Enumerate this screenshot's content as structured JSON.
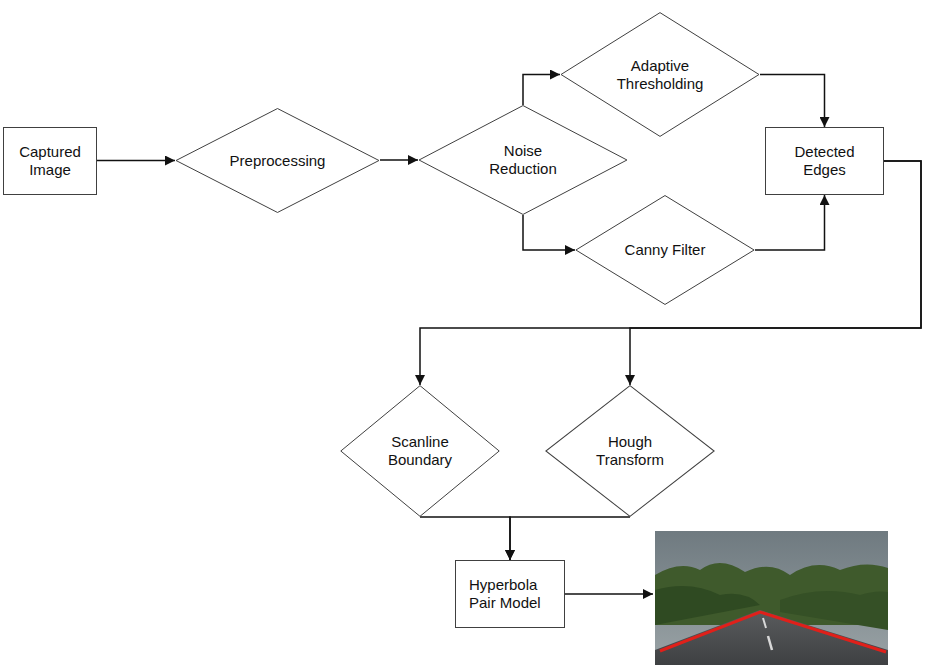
{
  "diagram": {
    "nodes": [
      {
        "text": [
          "Captured Image"
        ]
      },
      {
        "text": [
          "Preprocessing"
        ]
      },
      {
        "text": [
          "Noise Reduction"
        ]
      },
      {
        "text": [
          "Adaptive Thresholding"
        ]
      },
      {
        "text": [
          "Canny Filter"
        ]
      },
      {
        "text": [
          "Detected Edges"
        ]
      },
      {
        "text": [
          "Scanline Boundary"
        ]
      },
      {
        "text": [
          "Hough Transform"
        ]
      },
      {
        "text": [
          "Hyperbola Pair Model"
        ]
      }
    ],
    "edges": [
      {
        "from": 0,
        "to": 1,
        "arrow": "to"
      },
      {
        "from": 1,
        "to": 2,
        "arrow": "to"
      },
      {
        "from": 2,
        "to": 3,
        "arrow": "to"
      },
      {
        "from": 2,
        "to": 4,
        "arrow": "to"
      },
      {
        "from": 3,
        "to": 5,
        "arrow": "to"
      },
      {
        "from": 4,
        "to": 5,
        "arrow": "to"
      },
      {
        "from": 5,
        "to": 6,
        "arrow": "to"
      },
      {
        "from": 5,
        "to": 7,
        "arrow": "to"
      },
      {
        "from": 6,
        "to": 8,
        "arrow": "to"
      },
      {
        "from": 7,
        "to": 8,
        "arrow": "to"
      }
    ]
  }
}
